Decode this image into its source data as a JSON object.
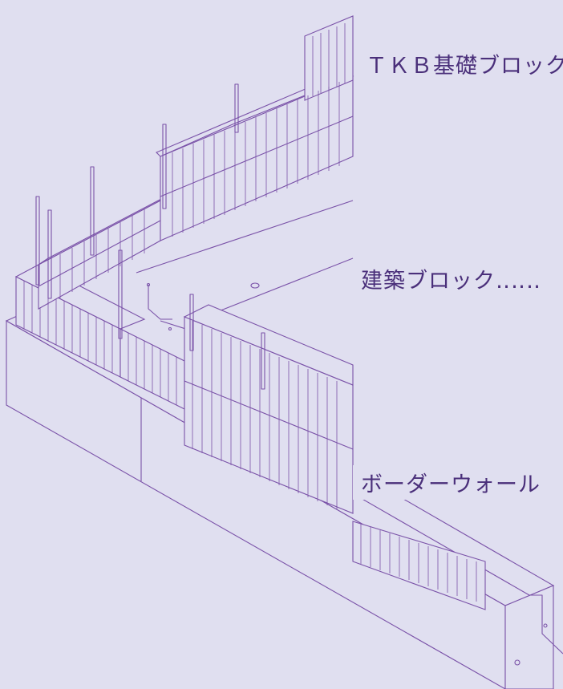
{
  "labels": {
    "tkb": "ＴＫＢ基礎ブロック",
    "kenchiku": "建築ブロック‥‥‥",
    "border": "ボーダーウォール"
  },
  "colors": {
    "background": "#e0dff0",
    "line": "#7a52a8",
    "text": "#4a2f7a"
  }
}
